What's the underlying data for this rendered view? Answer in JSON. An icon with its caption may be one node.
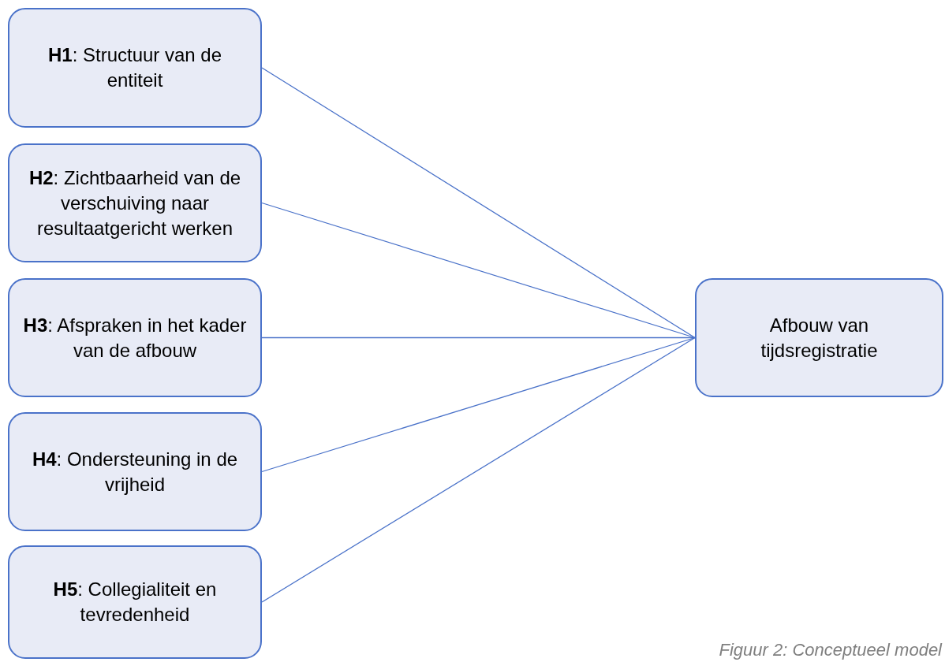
{
  "diagram": {
    "caption": "Figuur 2: Conceptueel model",
    "nodes": [
      {
        "text": [
          "**H1**: Structuur van de entiteit"
        ]
      },
      {
        "text": [
          "**H2**: Zichtbaarheid van de verschuiving naar resultaatgericht werken"
        ]
      },
      {
        "text": [
          "**H3**: Afspraken in het kader van de afbouw"
        ]
      },
      {
        "text": [
          "**H4**: Ondersteuning in de vrijheid"
        ]
      },
      {
        "text": [
          "**H5**: Collegialiteit en tevredenheid"
        ]
      },
      {
        "text": [
          "Afbouw van tijdsregistratie"
        ]
      }
    ],
    "edges": [
      {
        "from": 0,
        "to": 5,
        "arrow": "none"
      },
      {
        "from": 1,
        "to": 5,
        "arrow": "none"
      },
      {
        "from": 2,
        "to": 5,
        "arrow": "none"
      },
      {
        "from": 3,
        "to": 5,
        "arrow": "none"
      },
      {
        "from": 4,
        "to": 5,
        "arrow": "none"
      }
    ]
  }
}
